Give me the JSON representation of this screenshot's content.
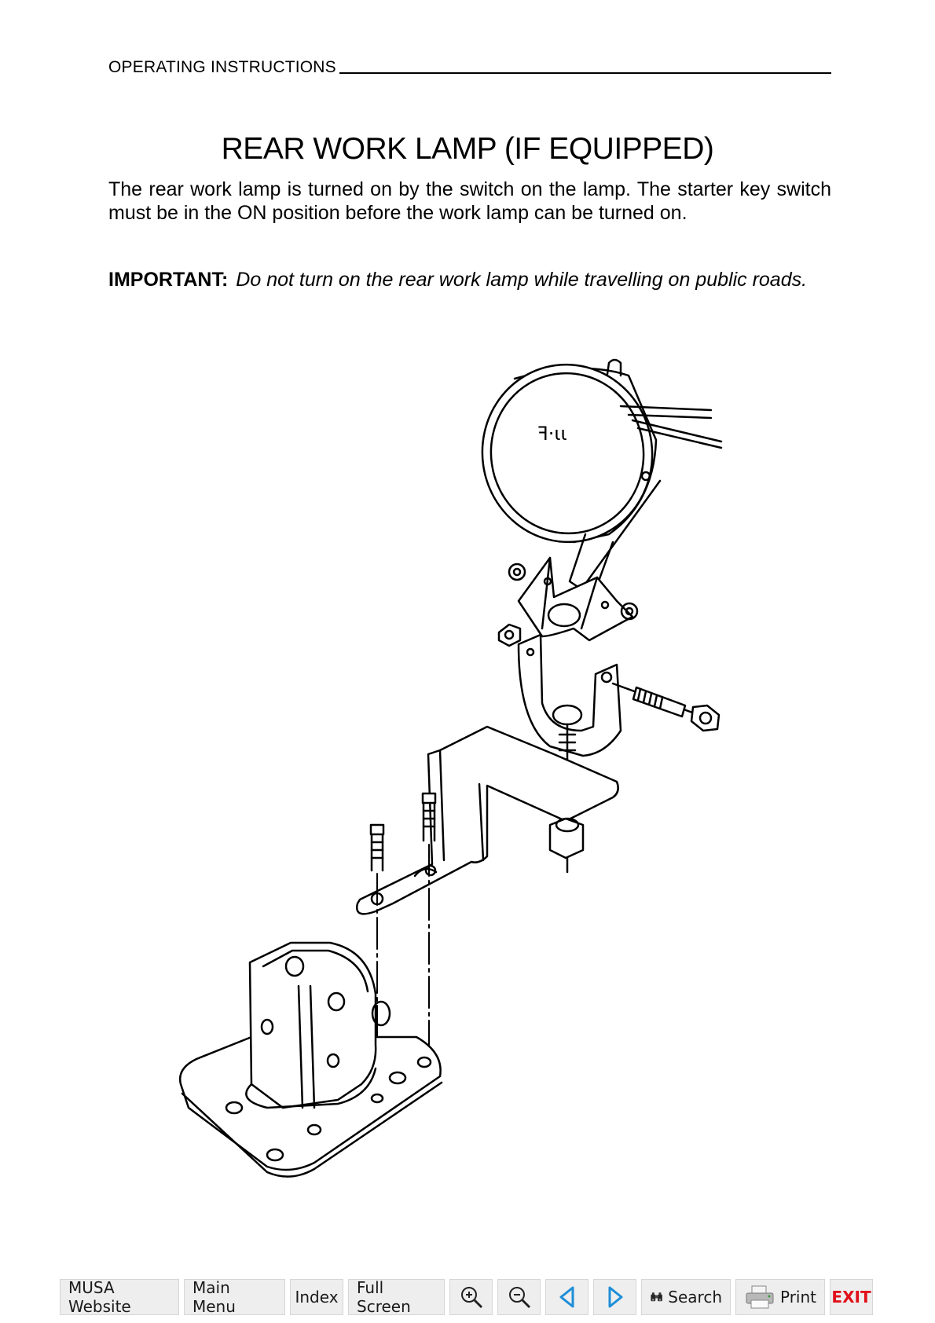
{
  "header": {
    "running_head": "OPERATING INSTRUCTIONS"
  },
  "page": {
    "title": "REAR WORK LAMP (IF EQUIPPED)",
    "body": "The rear work lamp is turned on by the switch on the lamp. The starter key switch must be in the ON position before the work lamp can be turned on.",
    "important_label": "IMPORTANT:",
    "important_text": "Do not turn on the rear work lamp while travelling on public roads."
  },
  "illustration": {
    "lens_marking": "ꟻ·ɩɩ",
    "icon": "rear-work-lamp-mounting-diagram"
  },
  "toolbar": {
    "musa_website": "MUSA Website",
    "main_menu": "Main Menu",
    "index": "Index",
    "full_screen": "Full Screen",
    "zoom_in_icon": "zoom-in-icon",
    "zoom_out_icon": "zoom-out-icon",
    "prev_icon": "triangle-left-icon",
    "next_icon": "triangle-right-icon",
    "search": "Search",
    "print": "Print",
    "exit": "EXIT",
    "exit_color": "#e0101a",
    "arrow_color": "#1e8ed8"
  }
}
